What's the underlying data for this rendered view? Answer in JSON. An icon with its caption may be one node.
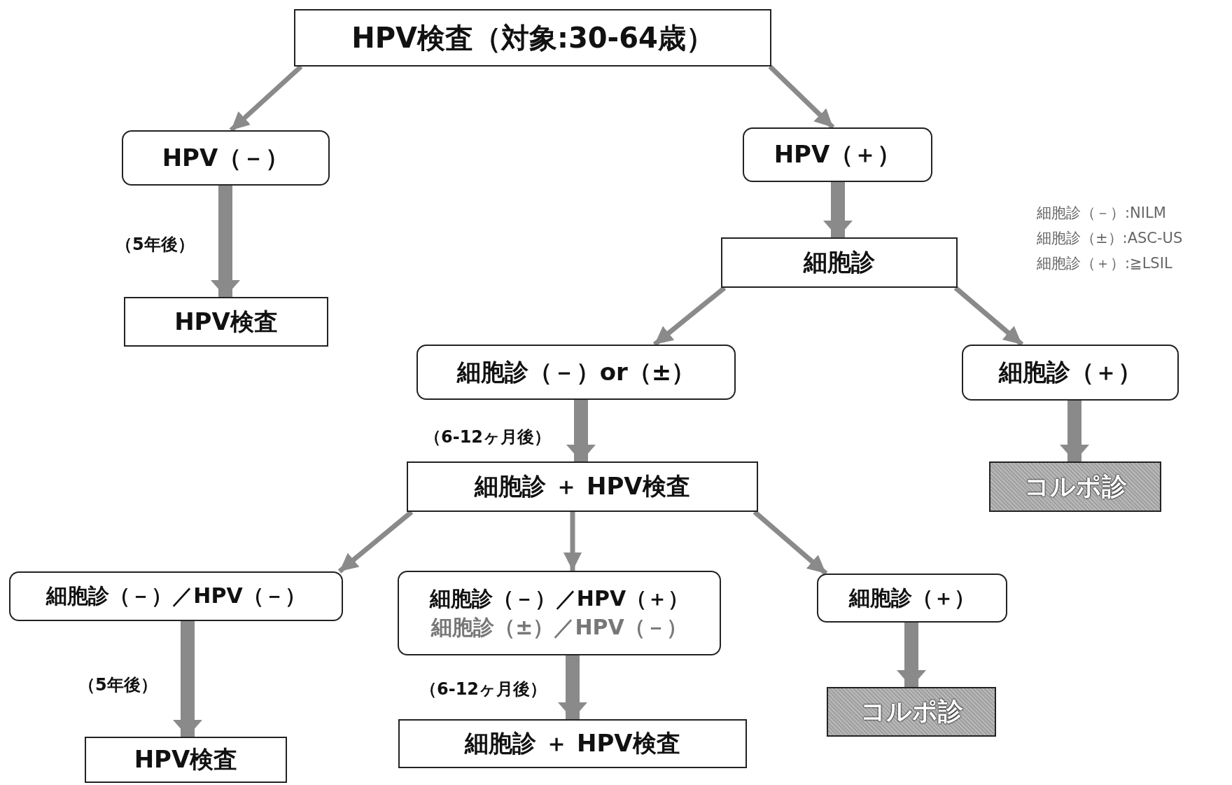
{
  "diagram": {
    "nodes": [
      {
        "text": [
          "HPV検査（対象:30-64歳）"
        ]
      },
      {
        "text": [
          "HPV（－）"
        ]
      },
      {
        "text": [
          "HPV（＋）"
        ]
      },
      {
        "text": [
          "HPV検査"
        ]
      },
      {
        "text": [
          "細胞診"
        ]
      },
      {
        "text": [
          "細胞診（－）or（±）"
        ]
      },
      {
        "text": [
          "細胞診（＋）"
        ]
      },
      {
        "text": [
          "細胞診 ＋ HPV検査"
        ]
      },
      {
        "text": [
          "コルポ診"
        ]
      },
      {
        "text": [
          "細胞診（－）／HPV（－）"
        ]
      },
      {
        "text": [
          "細胞診（－）／HPV（＋）",
          "細胞診（±）／HPV（－）"
        ]
      },
      {
        "text": [
          "細胞診（＋）"
        ]
      },
      {
        "text": [
          "HPV検査"
        ]
      },
      {
        "text": [
          "細胞診 ＋ HPV検査"
        ]
      },
      {
        "text": [
          "コルポ診"
        ]
      }
    ],
    "edges": [
      {
        "from": 0,
        "to": 1,
        "arrow": "to"
      },
      {
        "from": 0,
        "to": 2,
        "arrow": "to"
      },
      {
        "from": 1,
        "to": 3,
        "arrow": "to",
        "label": "（5年後）",
        "style": "thick"
      },
      {
        "from": 2,
        "to": 4,
        "arrow": "to",
        "style": "thick"
      },
      {
        "from": 4,
        "to": 5,
        "arrow": "to"
      },
      {
        "from": 4,
        "to": 6,
        "arrow": "to"
      },
      {
        "from": 5,
        "to": 7,
        "arrow": "to",
        "label": "（6-12ヶ月後）",
        "style": "thick"
      },
      {
        "from": 6,
        "to": 8,
        "arrow": "to",
        "style": "thick"
      },
      {
        "from": 7,
        "to": 9,
        "arrow": "to"
      },
      {
        "from": 7,
        "to": 10,
        "arrow": "to"
      },
      {
        "from": 7,
        "to": 11,
        "arrow": "to"
      },
      {
        "from": 9,
        "to": 12,
        "arrow": "to",
        "label": "（5年後）",
        "style": "thick"
      },
      {
        "from": 10,
        "to": 13,
        "arrow": "to",
        "label": "（6-12ヶ月後）",
        "style": "thick"
      },
      {
        "from": 11,
        "to": 14,
        "arrow": "to",
        "style": "thick"
      }
    ],
    "labels": [
      "細胞診（－）:NILM",
      "細胞診（±）:ASC-US",
      "細胞診（＋）:≧LSIL"
    ]
  }
}
